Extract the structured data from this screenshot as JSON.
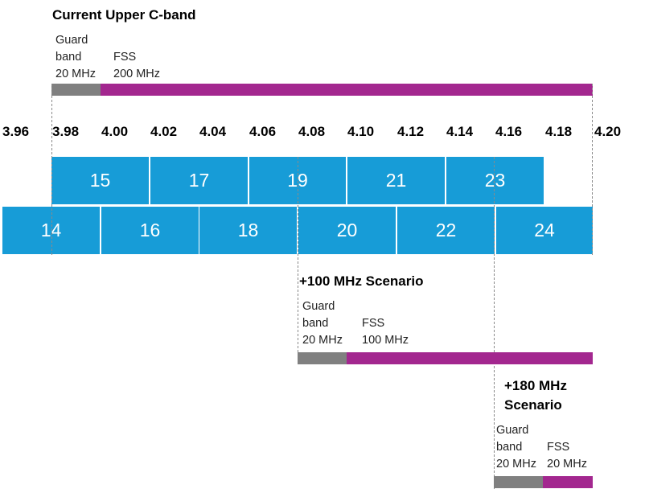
{
  "colors": {
    "channel": "#179cd7",
    "guard": "#808080",
    "fss": "#a3278f",
    "dashed": "#8a8a8a"
  },
  "ticks": [
    "3.96",
    "3.98",
    "4.00",
    "4.02",
    "4.04",
    "4.06",
    "4.08",
    "4.10",
    "4.12",
    "4.14",
    "4.16",
    "4.18",
    "4.20"
  ],
  "current": {
    "title": "Current Upper C-band",
    "guard_label": "Guard\nband\n20 MHz",
    "fss_label": "FSS\n200 MHz"
  },
  "channels_top": [
    "15",
    "17",
    "19",
    "21",
    "23"
  ],
  "channels_bottom": [
    "14",
    "16",
    "18",
    "20",
    "22",
    "24"
  ],
  "scenario100": {
    "title": "+100 MHz Scenario",
    "guard_label": "Guard\nband\n20 MHz",
    "fss_label": "FSS\n100 MHz"
  },
  "scenario180": {
    "title": "+180 MHz\nScenario",
    "guard_label": "Guard\nband\n20 MHz",
    "fss_label": "FSS\n20 MHz"
  }
}
